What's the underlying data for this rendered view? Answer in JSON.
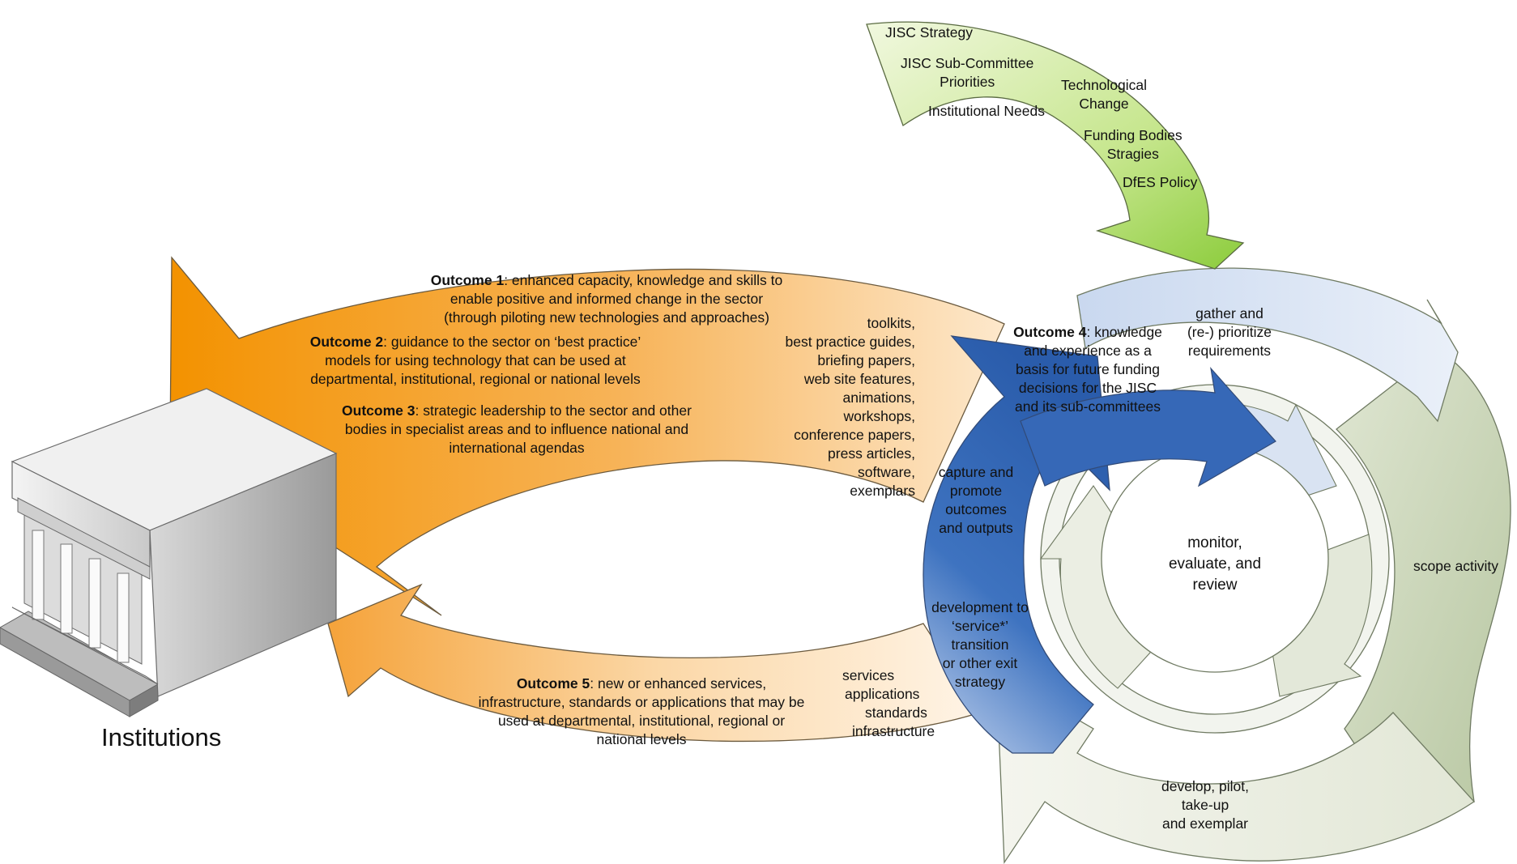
{
  "colors": {
    "orange_dark": "#f39200",
    "orange_light": "#fde3c2",
    "green_bright": "#8ccc3c",
    "green_pale": "#eef7d8",
    "blue_dark": "#2f64b4",
    "blue_pale": "#dfe8f5",
    "sage": "#c9d5b6",
    "sage_pale": "#eef0e6",
    "building_face": "#e6e6e6",
    "building_shadow": "#a8a8a8"
  },
  "icons": {
    "building": "building-icon"
  },
  "inputs_arrow": {
    "items": [
      "JISC Strategy",
      [
        "JISC Sub-Committee",
        "Priorities"
      ],
      [
        "Technological",
        "Change"
      ],
      "Institutional Needs",
      [
        "Funding Bodies",
        "Stragies"
      ],
      "DfES Policy"
    ]
  },
  "institutions": {
    "label": "Institutions"
  },
  "outcomes": {
    "o1": {
      "title": "Outcome 1",
      "text": ": enhanced capacity, knowledge and skills to",
      "lines": [
        "enable positive and informed change in the sector",
        "(through piloting new technologies and approaches)"
      ]
    },
    "o2": {
      "title": "Outcome 2",
      "text": ": guidance to the sector on ‘best practice’",
      "lines": [
        "models for using technology that can be used at",
        "departmental, institutional, regional or national levels"
      ]
    },
    "o3": {
      "title": "Outcome 3",
      "text": ": strategic leadership to the sector and other",
      "lines": [
        "bodies in specialist areas and to influence national and",
        "international agendas"
      ]
    },
    "o4": {
      "title": "Outcome 4",
      "text": ": knowledge",
      "lines": [
        "and experience as a",
        "basis for future funding",
        "decisions for the JISC",
        "and its sub-committees"
      ]
    },
    "o5": {
      "title": "Outcome 5",
      "text": ": new or enhanced services,",
      "lines": [
        "infrastructure, standards or applications that may be",
        "used at departmental, institutional, regional or",
        "national levels"
      ]
    }
  },
  "outputs_list": [
    "toolkits,",
    "best practice guides,",
    "briefing papers,",
    "web site features,",
    "animations,",
    "workshops,",
    "conference papers,",
    "press articles,",
    "software,",
    "exemplars"
  ],
  "services_list": [
    "services",
    "applications",
    "standards",
    "infrastructure"
  ],
  "cycle": {
    "center": [
      "monitor,",
      "evaluate, and",
      "review"
    ],
    "gather": [
      "gather and",
      "(re-) prioritize",
      "requirements"
    ],
    "scope": "scope activity",
    "develop": [
      "develop, pilot,",
      "take-up",
      "and exemplar"
    ],
    "transition": [
      "development to",
      "‘service*’",
      "transition",
      "or other exit",
      "strategy"
    ],
    "capture": [
      "capture and",
      "promote",
      "outcomes",
      "and outputs"
    ]
  }
}
